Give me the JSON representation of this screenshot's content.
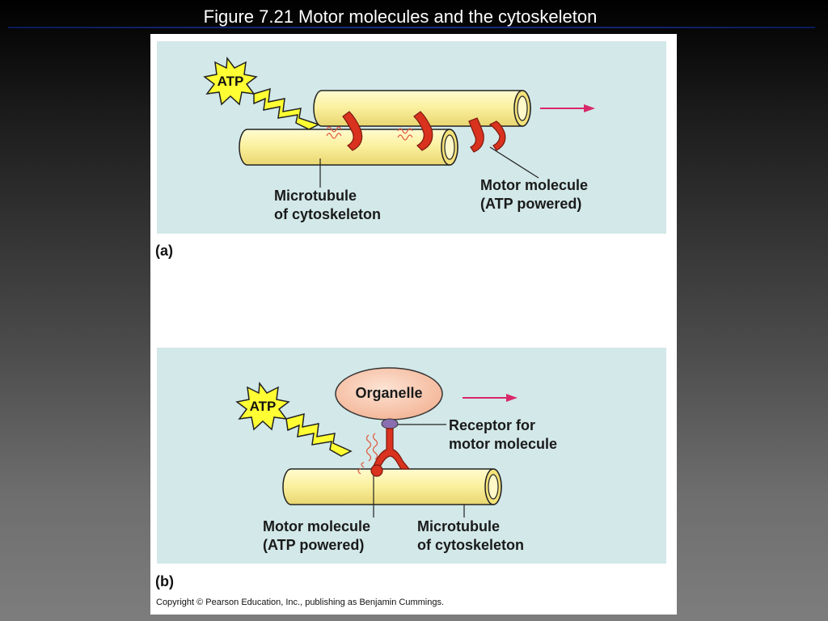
{
  "slide": {
    "title": "Figure 7.21  Motor molecules and the cytoskeleton"
  },
  "panel_a": {
    "letter": "(a)",
    "atp": "ATP",
    "microtubule_label_line1": "Microtubule",
    "microtubule_label_line2": "of cytoskeleton",
    "motor_label_line1": "Motor molecule",
    "motor_label_line2": "(ATP powered)"
  },
  "panel_b": {
    "letter": "(b)",
    "atp": "ATP",
    "organelle": "Organelle",
    "receptor_label_line1": "Receptor for",
    "receptor_label_line2": "motor molecule",
    "motor_label_line1": "Motor molecule",
    "motor_label_line2": "(ATP powered)",
    "microtubule_label_line1": "Microtubule",
    "microtubule_label_line2": "of cytoskeleton"
  },
  "copyright": "Copyright © Pearson Education, Inc., publishing as Benjamin Cummings.",
  "colors": {
    "panel_background": "#d3e8e8",
    "microtubule": "#fbf3a8",
    "motor": "#d9321e",
    "arrow": "#d8286a",
    "atp_burst": "#ffff33",
    "organelle": "#f7c8b0",
    "receptor": "#8a6fb0"
  }
}
